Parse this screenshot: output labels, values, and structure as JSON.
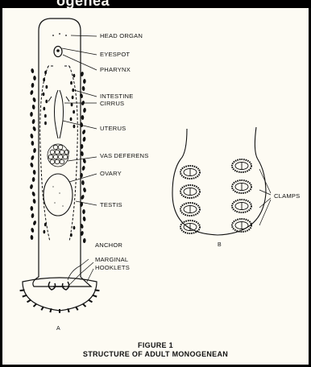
{
  "header": {
    "title_fragment": "ogenea"
  },
  "labels": {
    "head_organ": "HEAD ORGAN",
    "eyespot": "EYESPOT",
    "pharynx": "PHARYNX",
    "intestine": "INTESTINE",
    "cirrus": "CIRRUS",
    "uterus": "UTERUS",
    "vas_deferens": "VAS DEFERENS",
    "ovary": "OVARY",
    "testis": "TESTIS",
    "anchor": "ANCHOR",
    "marginal": "MARGINAL",
    "hooklets": "HOOKLETS",
    "clamps": "CLAMPS",
    "panel_a": "A",
    "panel_b": "B"
  },
  "caption": {
    "line1": "FIGURE 1",
    "line2": "STRUCTURE OF ADULT MONOGENEAN"
  }
}
